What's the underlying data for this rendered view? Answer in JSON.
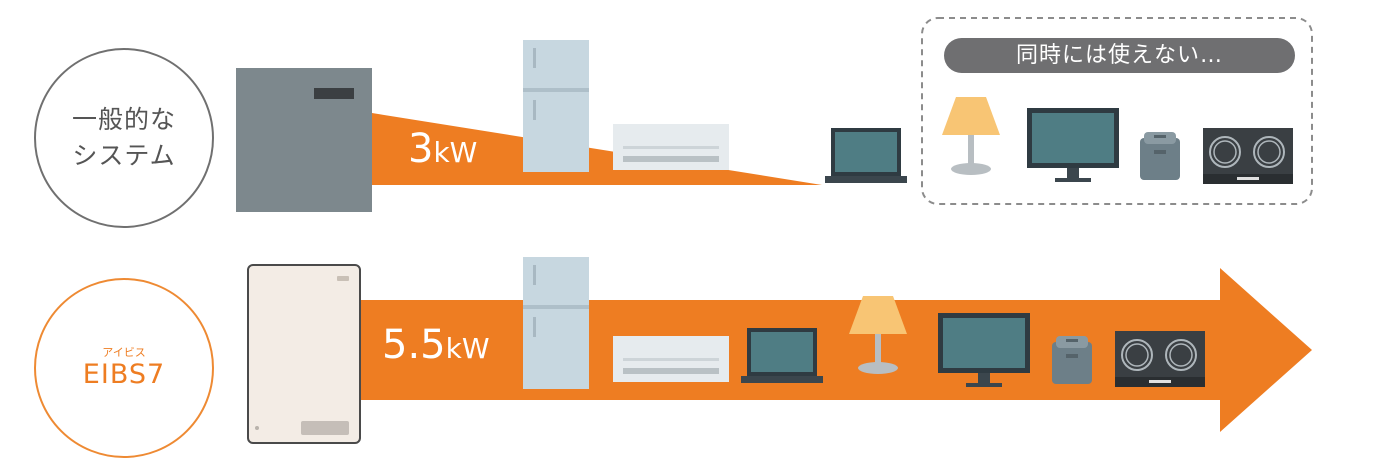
{
  "rows": [
    {
      "circle_lines": [
        "一般的な",
        "システム"
      ],
      "power_value": "3",
      "power_unit": "kW"
    },
    {
      "circle_ruby": "アイビス",
      "circle_brand": "EIBS7",
      "power_value": "5.5",
      "power_unit": "kW"
    }
  ],
  "unavailable_note": "同時には使えない…",
  "colors": {
    "arrow": "#ee7d22",
    "gray_outline": "#707070",
    "orange_outline": "#ee8a33",
    "note_pill": "#6f6f71"
  },
  "icons": {
    "row1_powered": [
      "refrigerator-icon",
      "air-conditioner-icon",
      "laptop-icon"
    ],
    "row1_unavailable": [
      "floor-lamp-icon",
      "monitor-icon",
      "rice-cooker-icon",
      "induction-cooktop-icon"
    ],
    "row2_powered": [
      "refrigerator-icon",
      "air-conditioner-icon",
      "laptop-icon",
      "floor-lamp-icon",
      "monitor-icon",
      "rice-cooker-icon",
      "induction-cooktop-icon"
    ]
  }
}
